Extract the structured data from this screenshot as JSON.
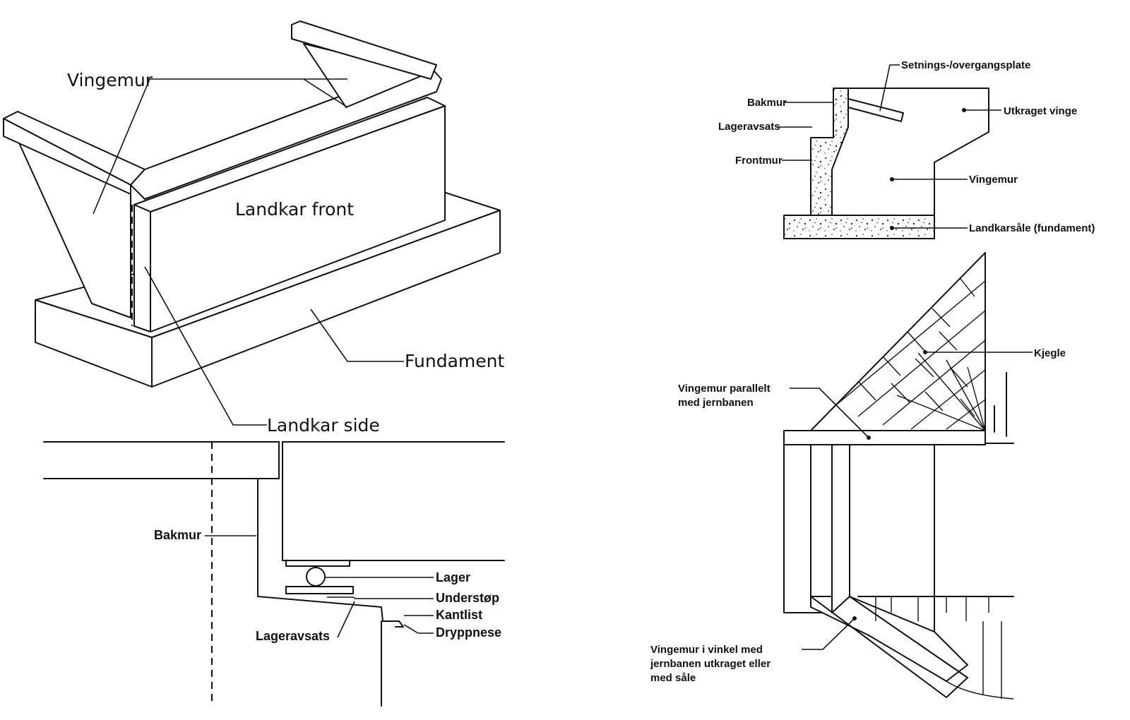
{
  "iso_view": {
    "vingemur": "Vingemur",
    "landkar_front": "Landkar front",
    "fundament": "Fundament",
    "landkar_side": "Landkar side"
  },
  "bearing_detail": {
    "bakmur": "Bakmur",
    "lager": "Lager",
    "understop": "Understøp",
    "kantlist": "Kantlist",
    "dryppnese": "Dryppnese",
    "lageravsats": "Lageravsats"
  },
  "section_view": {
    "setnings_plate": "Setnings-/overgangsplate",
    "bakmur": "Bakmur",
    "lageravsats": "Lageravsats",
    "frontmur": "Frontmur",
    "utkraget_vinge": "Utkraget vinge",
    "vingemur": "Vingemur",
    "landkarsale": "Landkarsåle (fundament)"
  },
  "plan_view": {
    "kjegle": "Kjegle",
    "parallel_line1": "Vingemur parallelt",
    "parallel_line2": "med jernbanen",
    "angle_line1": "Vingemur i vinkel med",
    "angle_line2": "jernbanen utkraget eller",
    "angle_line3": "med såle"
  }
}
